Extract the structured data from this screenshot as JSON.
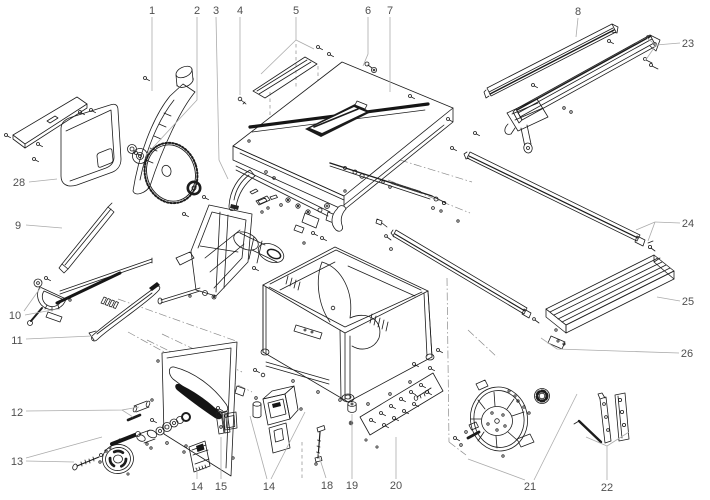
{
  "diagram": {
    "kind": "exploded-parts-diagram",
    "callouts": [
      {
        "label": "1"
      },
      {
        "label": "2"
      },
      {
        "label": "3"
      },
      {
        "label": "4"
      },
      {
        "label": "5"
      },
      {
        "label": "6"
      },
      {
        "label": "7"
      },
      {
        "label": "8"
      },
      {
        "label": "23"
      },
      {
        "label": "24"
      },
      {
        "label": "25"
      },
      {
        "label": "26"
      },
      {
        "label": "28"
      },
      {
        "label": "9"
      },
      {
        "label": "10"
      },
      {
        "label": "11"
      },
      {
        "label": "12"
      },
      {
        "label": "13"
      },
      {
        "label": "14"
      },
      {
        "label": "15"
      },
      {
        "label": "14"
      },
      {
        "label": "18"
      },
      {
        "label": "19"
      },
      {
        "label": "20"
      },
      {
        "label": "21"
      },
      {
        "label": "22"
      }
    ],
    "colors": {
      "background": "#ffffff",
      "part_line": "#1c1c1c",
      "leader_line": "#ababab",
      "label_text": "#4f4f4f"
    }
  }
}
